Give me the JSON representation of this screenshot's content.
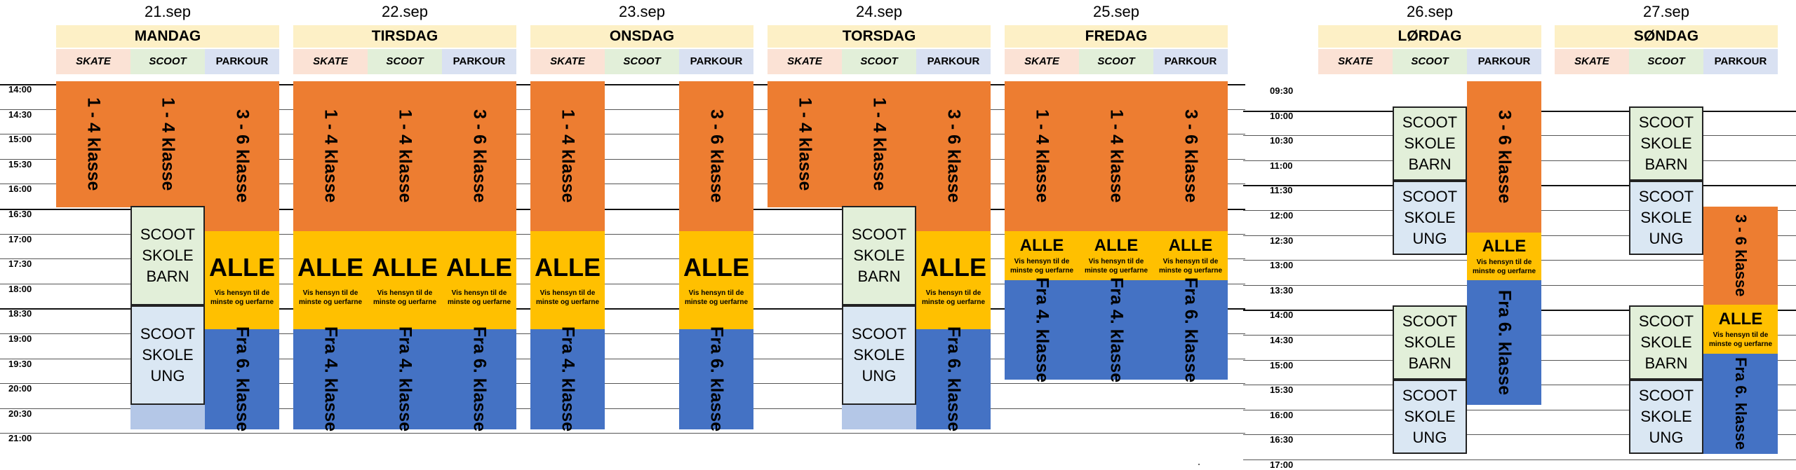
{
  "sub_labels": {
    "skate": "SKATE",
    "scoot": "SCOOT",
    "parkour": "PARKOUR"
  },
  "texts": {
    "k14": "1 - 4 klasse",
    "k36": "3 - 6 klasse",
    "f4": "Fra 4. klasse",
    "f6": "Fra 6. klasse",
    "alle": "ALLE",
    "note1": "Vis hensyn til de",
    "note2": "minste og uerfarne",
    "scoot": "SCOOT",
    "skole": "SKOLE",
    "barn": "BARN",
    "ung": "UNG"
  },
  "days": [
    {
      "date": "21.sep",
      "name": "MANDAG"
    },
    {
      "date": "22.sep",
      "name": "TIRSDAG"
    },
    {
      "date": "23.sep",
      "name": "ONSDAG"
    },
    {
      "date": "24.sep",
      "name": "TORSDAG"
    },
    {
      "date": "25.sep",
      "name": "FREDAG"
    },
    {
      "date": "26.sep",
      "name": "LØRDAG"
    },
    {
      "date": "27.sep",
      "name": "SØNDAG"
    }
  ],
  "weekday_times": [
    "14:00",
    "14:30",
    "15:00",
    "15:30",
    "16:00",
    "16:30",
    "17:00",
    "17:30",
    "18:00",
    "18:30",
    "19:00",
    "19:30",
    "20:00",
    "20:30",
    "21:00"
  ],
  "weekend_times": [
    "09:30",
    "10:00",
    "10:30",
    "11:00",
    "11:30",
    "12:00",
    "12:30",
    "13:00",
    "13:30",
    "14:00",
    "14:30",
    "15:00",
    "15:30",
    "16:00",
    "16:30",
    "17:00"
  ],
  "colors": {
    "orange": "#ed7d31",
    "yellow": "#ffc000",
    "blue": "#4472c4",
    "light_blue": "#b4c7e7",
    "header_yellow": "#fdf0c6"
  }
}
